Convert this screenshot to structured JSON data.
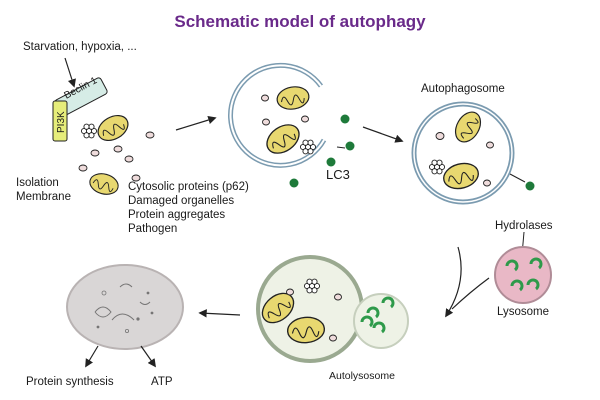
{
  "title": "Schematic model of autophagy",
  "stimulus": "Starvation, hypoxia, ...",
  "labels": {
    "beclin": "Beclin 1",
    "pi3k": "PI3K",
    "isolation_membrane_1": "Isolation",
    "isolation_membrane_2": "Membrane",
    "lc3": "LC3",
    "autophagosome": "Autophagosome",
    "hydrolases": "Hydrolases",
    "lysosome": "Lysosome",
    "autolysosome": "Autolysosome",
    "protein_synthesis": "Protein synthesis",
    "atp": "ATP"
  },
  "cargo": [
    "Cytosolic proteins (p62)",
    "Damaged organelles",
    "Protein aggregates",
    "Pathogen"
  ],
  "colors": {
    "title": "#6a2a8a",
    "membrane": "#7b9bb0",
    "mitochondria": "#e8d870",
    "lc3": "#1e7a3a",
    "beclin": "#d6ece6",
    "pi3k": "#e6ed7a",
    "lysosome": "#e9b8c6",
    "hydrolase": "#2e9a4a",
    "vesicle": "#efdcdc"
  }
}
